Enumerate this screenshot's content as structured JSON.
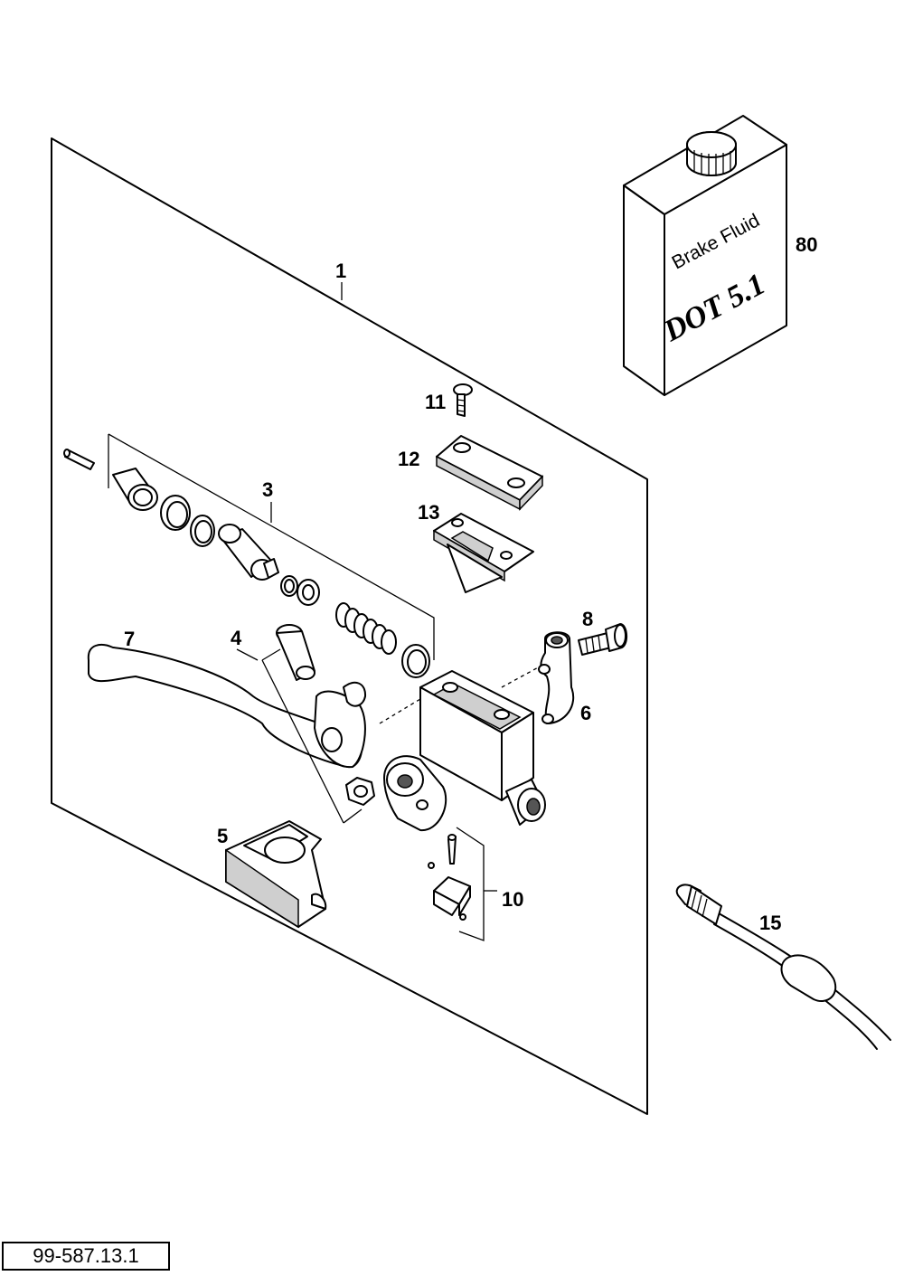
{
  "callouts": {
    "p1": "1",
    "p3": "3",
    "p4": "4",
    "p5": "5",
    "p6": "6",
    "p7": "7",
    "p8": "8",
    "p10": "10",
    "p11": "11",
    "p12": "12",
    "p13": "13",
    "p15": "15",
    "p80": "80"
  },
  "can": {
    "label_top": "Brake Fluid",
    "label_bottom": "DOT 5.1"
  },
  "reference_code": "99-587.13.1"
}
